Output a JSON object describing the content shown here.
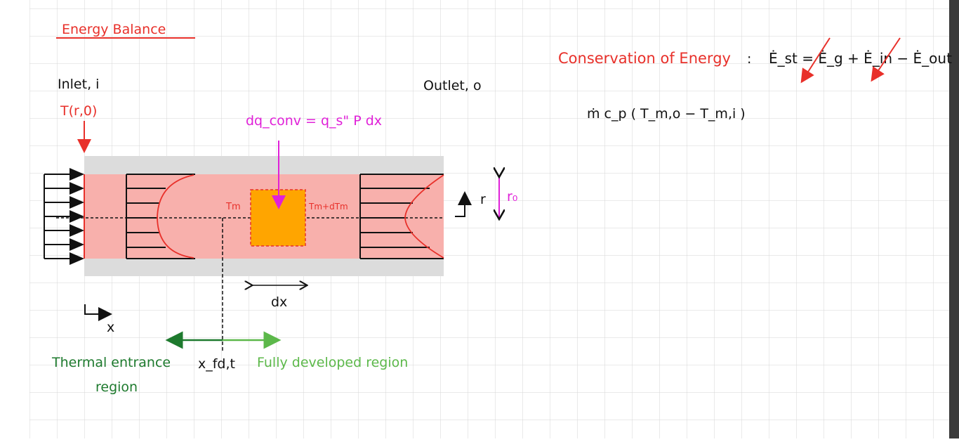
{
  "title": "Energy Balance",
  "inlet_label": "Inlet, i",
  "outlet_label": "Outlet, o",
  "inlet_temp": "T(r,0)",
  "heat_flux_eq": "dq_conv = q_s\" P dx",
  "tm_label": "Tm",
  "tm_plus_label": "Tm+dTm",
  "dx_label": "dx",
  "x_axis_label": "x",
  "r_label": "r",
  "r0_label": "r₀",
  "x_fd_label": "x_fd,t",
  "thermal_entrance_label": "Thermal entrance",
  "thermal_entrance_label2": "region",
  "fully_developed_label": "Fully developed region",
  "conservation_label": "Conservation of Energy",
  "conservation_colon": ":",
  "conservation_eq": "Ė_st = Ė_g + Ė_in − Ė_out",
  "energy_eq": "ṁ c_p ( T_m,o − T_m,i )",
  "colors": {
    "red": "#e8302a",
    "magenta": "#e020d8",
    "orange": "#ffa500",
    "pink": "#f8b0ac",
    "gray": "#dcdcdc",
    "dark_green": "#1e7a2e",
    "light_green": "#5cb84a"
  }
}
